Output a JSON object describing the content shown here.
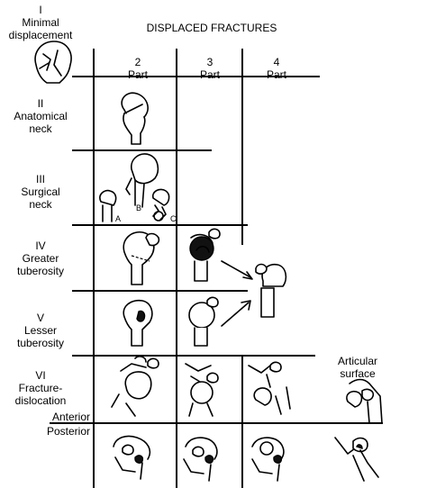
{
  "header": {
    "title": "DISPLACED FRACTURES"
  },
  "columns": [
    {
      "num": "2",
      "word": "Part"
    },
    {
      "num": "3",
      "word": "Part"
    },
    {
      "num": "4",
      "word": "Part"
    }
  ],
  "rows": [
    {
      "roman": "I",
      "line1": "Minimal",
      "line2": "displacement"
    },
    {
      "roman": "II",
      "line1": "Anatomical",
      "line2": "neck"
    },
    {
      "roman": "III",
      "line1": "Surgical",
      "line2": "neck"
    },
    {
      "roman": "IV",
      "line1": "Greater",
      "line2": "tuberosity"
    },
    {
      "roman": "V",
      "line1": "Lesser",
      "line2": "tuberosity"
    },
    {
      "roman": "VI",
      "line1": "Fracture-",
      "line2": "dislocation"
    }
  ],
  "sub_rows": {
    "anterior": "Anterior",
    "posterior": "Posterior"
  },
  "side_label": {
    "line1": "Articular",
    "line2": "surface"
  },
  "sketch_letters": {
    "a": "A",
    "b": "B",
    "c": "C"
  }
}
